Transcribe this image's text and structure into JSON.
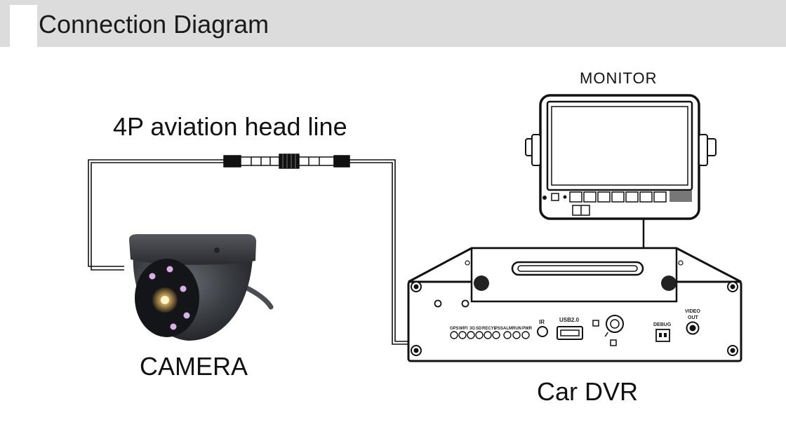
{
  "header": {
    "title": "Connection Diagram"
  },
  "labels": {
    "cable": "4P aviation head line",
    "monitor": "MONITOR",
    "camera": "CAMERA",
    "dvr": "Car DVR"
  },
  "dvr_panel": {
    "indicators": [
      "GPS",
      "WIFI",
      "3G",
      "SD",
      "RECYL",
      "PSS",
      "ALM",
      "RUN",
      "PWR"
    ],
    "ir": "IR",
    "usb": "USB2.0",
    "debug": "DEBUG",
    "video_out_line1": "VIDEO",
    "video_out_line2": "OUT"
  },
  "colors": {
    "header_bg": "#dcdcdc",
    "line": "#111111",
    "camera_body": "#3a3d42",
    "ir_led": "#d8b0e6"
  }
}
